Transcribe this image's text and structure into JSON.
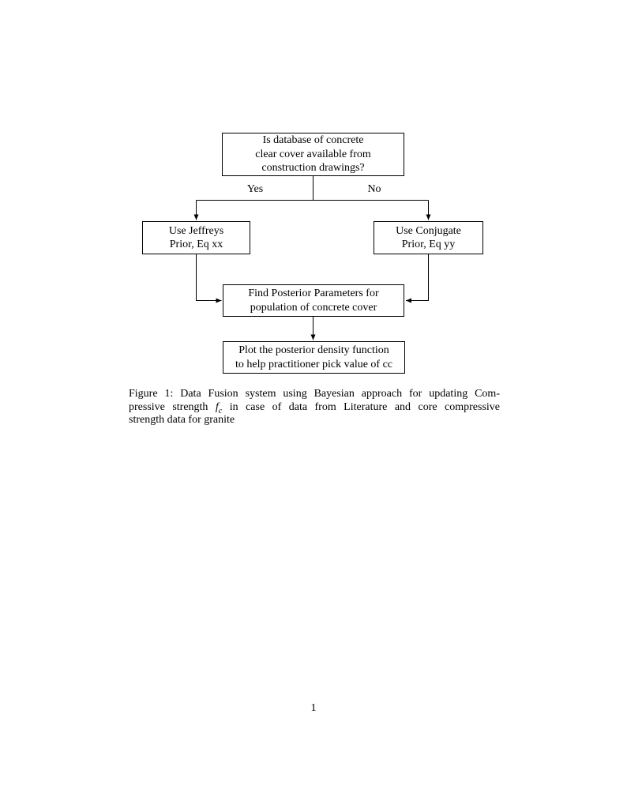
{
  "document": {
    "page_number": "1"
  },
  "flowchart": {
    "question": {
      "line1": "Is database of concrete",
      "line2": "clear cover available from",
      "line3": "construction drawings?"
    },
    "branch_yes": "Yes",
    "branch_no": "No",
    "jeffreys": {
      "line1": "Use Jeffreys",
      "line2": "Prior, Eq xx"
    },
    "conjugate": {
      "line1": "Use Conjugate",
      "line2": "Prior, Eq yy"
    },
    "posterior": {
      "line1": "Find Posterior Parameters for",
      "line2": "population of concrete cover"
    },
    "plot": {
      "line1": "Plot the posterior density function",
      "line2": "to help practitioner pick value of cc"
    }
  },
  "caption": {
    "line1": "Figure 1: Data Fusion system using Bayesian approach for updating Com-",
    "line2_before": "pressive strength",
    "fc_base": "f",
    "fc_sub": "c",
    "line2_after": "in case of data from Literature and core compressive",
    "line3": "strength data for granite"
  },
  "colors": {
    "ink": "#000000",
    "paper": "#ffffff"
  }
}
